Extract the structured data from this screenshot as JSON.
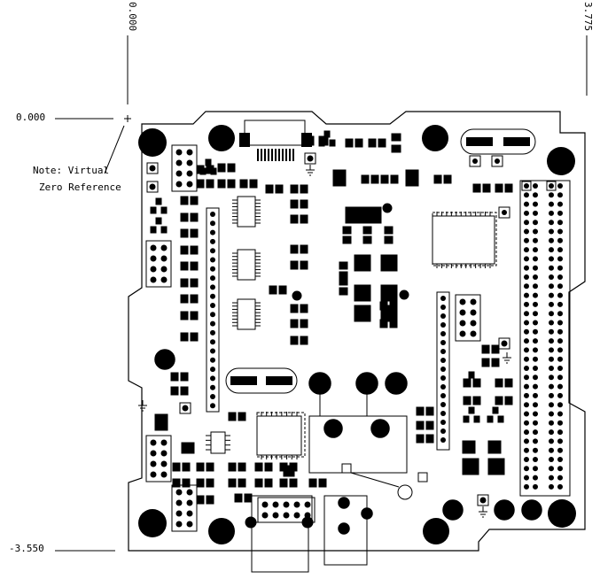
{
  "dimensions": {
    "top_left_x": "0.000",
    "top_right_x": "3.775",
    "left_top_y": "0.000",
    "left_bottom_y": "-3.550"
  },
  "note": {
    "line1": "Note: Virtual",
    "line2": "Zero Reference"
  },
  "colors": {
    "ink": "#000000",
    "background": "#ffffff"
  }
}
